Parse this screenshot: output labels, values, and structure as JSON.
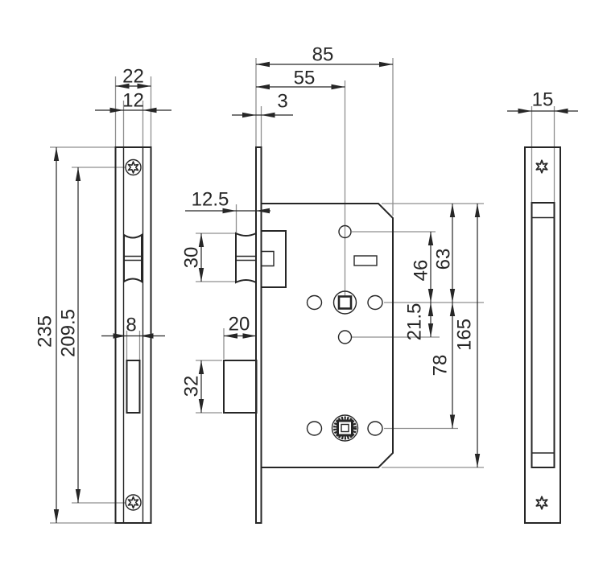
{
  "drawing": {
    "type": "technical-drawing-mortise-lock",
    "line_color": "#262626",
    "extension_line_color": "#8f8f8f",
    "dimensions": {
      "faceplate_width": "22",
      "faceplate_channel_width": "12",
      "faceplate_height": "235",
      "screw_center_distance": "209.5",
      "deadbolt_slot_width": "8",
      "case_total_depth": "85",
      "backset": "55",
      "faceplate_thickness": "3",
      "latch_projection": "12.5",
      "latch_height": "30",
      "deadbolt_projection": "20",
      "deadbolt_height": "32",
      "case_top_to_spindle": "63",
      "top_hole_to_spindle": "46",
      "spindle_to_lower_hole": "21.5",
      "spindle_to_deadbolt_follower": "78",
      "case_height": "165",
      "case_thickness": "15"
    }
  }
}
